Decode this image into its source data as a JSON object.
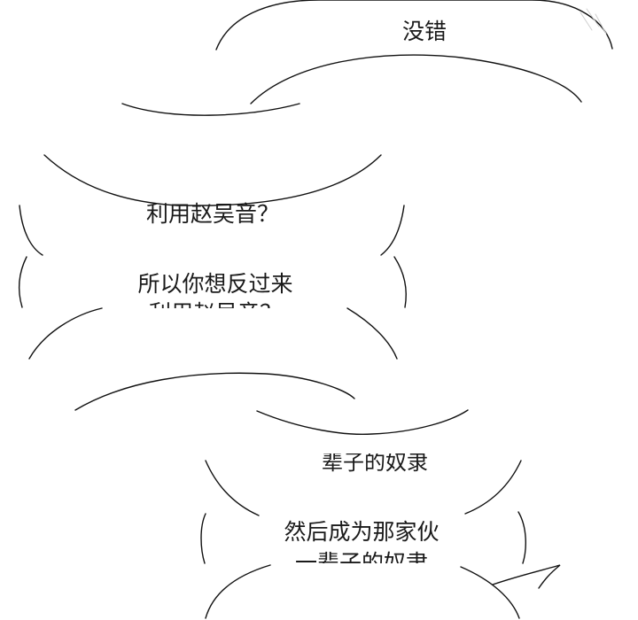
{
  "panel_1": {
    "bubble_text": "没错"
  },
  "panel_2": {
    "line_top_cut": "利用赵吴音？",
    "line_1": "所以你想反过来",
    "line_2_cut": "利用赵吴音？"
  },
  "panel_3": {
    "line_top_cut": "辈子的奴隶",
    "line_1": "然后成为那家伙",
    "line_2_cut": "一辈子的奴隶"
  }
}
